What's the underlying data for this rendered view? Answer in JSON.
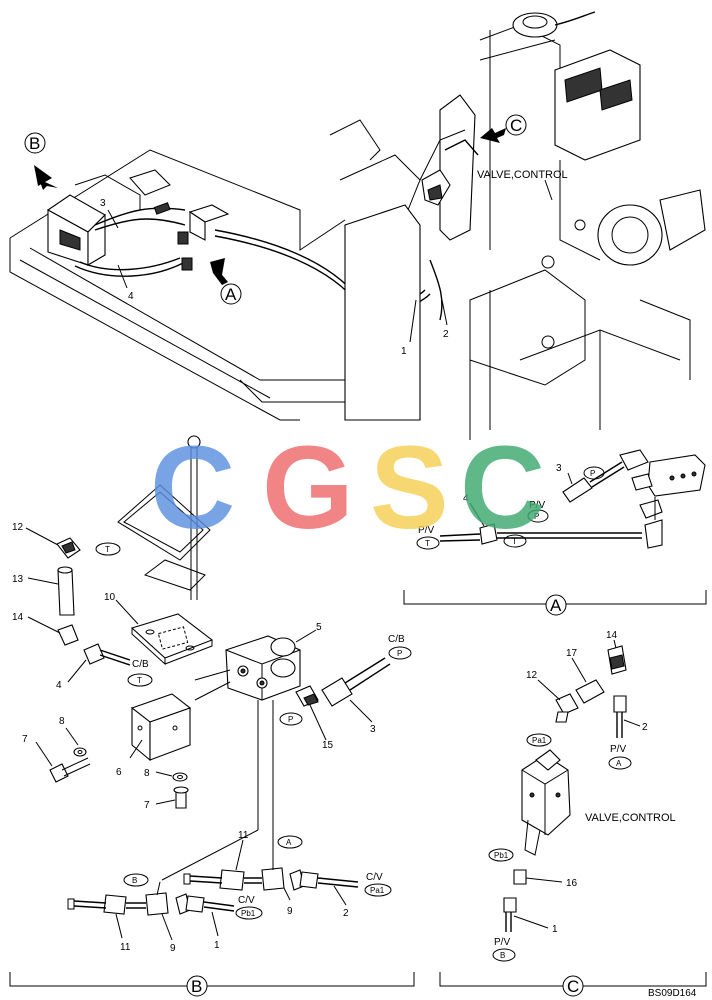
{
  "labels": {
    "valve_control_top": "VALVE,CONTROL",
    "valve_control_detail": "VALVE,CONTROL",
    "drawing_code": "BS09D164"
  },
  "view_markers": {
    "A": "A",
    "B": "B",
    "C": "C"
  },
  "ports": {
    "T": "T",
    "P": "P",
    "A": "A",
    "B": "B",
    "Pa1": "Pa1",
    "Pb1": "Pb1",
    "PV": "P/V",
    "CB": "C/B",
    "CV": "C/V"
  },
  "part_numbers": {
    "p1": "1",
    "p2": "2",
    "p3": "3",
    "p4": "4",
    "p5": "5",
    "p6": "6",
    "p7": "7",
    "p8": "8",
    "p9": "9",
    "p10": "10",
    "p11": "11",
    "p12": "12",
    "p13": "13",
    "p14": "14",
    "p15": "15",
    "p16": "16",
    "p17": "17"
  },
  "watermark": {
    "letters": [
      "C",
      "G",
      "S",
      "C"
    ],
    "colors": [
      "#5b8fe0",
      "#ee6b6b",
      "#f6cf52",
      "#3ea86f"
    ]
  }
}
